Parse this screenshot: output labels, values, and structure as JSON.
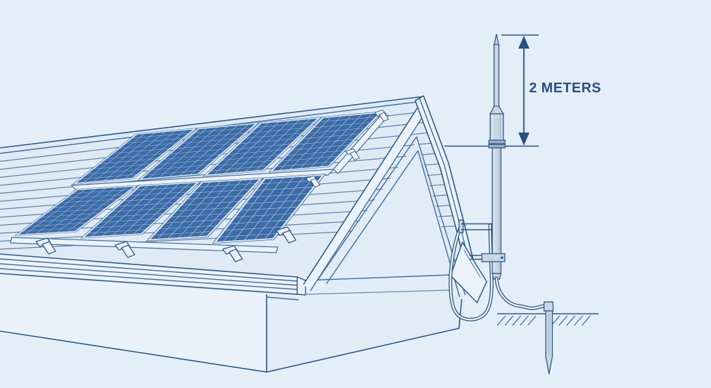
{
  "figure": {
    "annotation_label": "2 METERS",
    "subject": "rooftop solar array with lightning rod and grounding",
    "components": {
      "lightning_rod": "air-terminal mast",
      "solar_array": "8 panels, 2 rows x 4 columns",
      "down_conductor": "cable with drip loop",
      "grounding": "ground rod in hatched soil"
    }
  },
  "colors": {
    "sky": "#e4eef9",
    "roof": "#dfeaf5",
    "wall": "#e9f1fa",
    "wall_side": "#e1ecf7",
    "band": "#ebf2fa",
    "line": "#3f6c9b",
    "line_dark": "#2c5984",
    "panel": "#3c6ba6",
    "panel_grid": "#a9c3e0",
    "panel_frame": "#d9e6f3",
    "metal": "#c9d6e3",
    "metal_dark": "#9db1c6",
    "highlight": "#f0f6fc",
    "accent": "#27517f",
    "text": "#2b4f80"
  }
}
